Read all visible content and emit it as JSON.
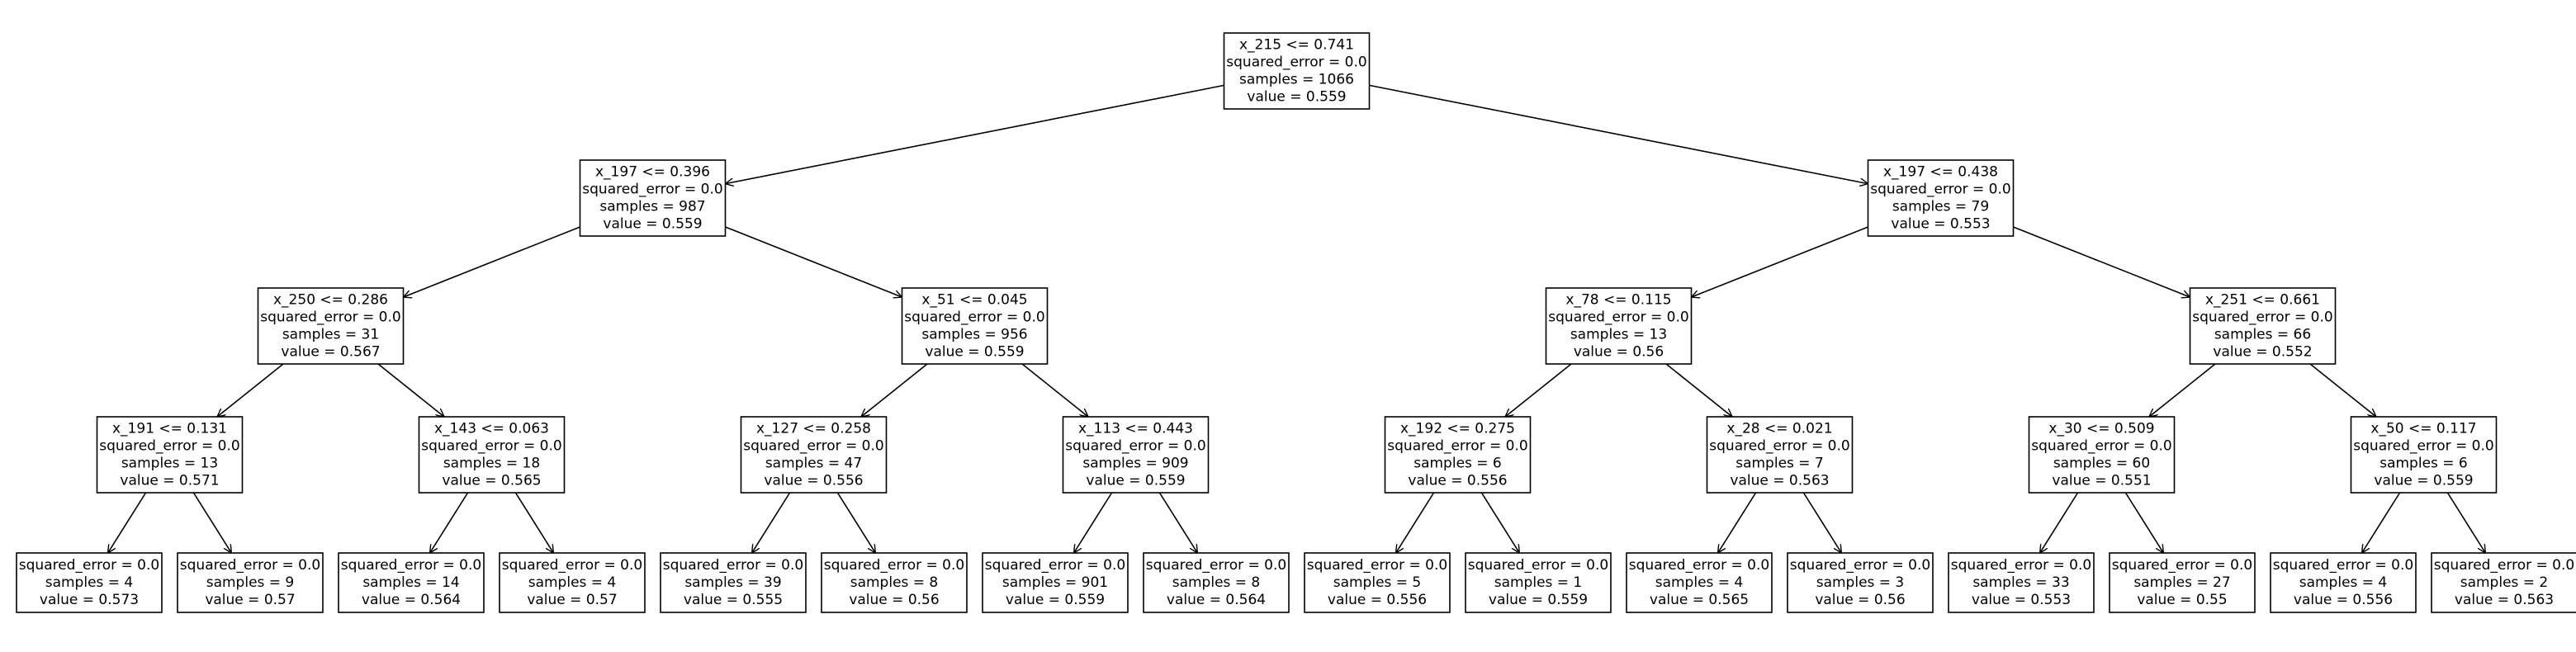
{
  "tree": {
    "nodes": [
      {
        "id": 0,
        "lines": [
          "x_215 <= 0.741",
          "squared_error = 0.0",
          "samples = 1066",
          "value = 0.559"
        ]
      },
      {
        "id": 1,
        "lines": [
          "x_197 <= 0.396",
          "squared_error = 0.0",
          "samples = 987",
          "value = 0.559"
        ]
      },
      {
        "id": 2,
        "lines": [
          "x_197 <= 0.438",
          "squared_error = 0.0",
          "samples = 79",
          "value = 0.553"
        ]
      },
      {
        "id": 3,
        "lines": [
          "x_250 <= 0.286",
          "squared_error = 0.0",
          "samples = 31",
          "value = 0.567"
        ]
      },
      {
        "id": 4,
        "lines": [
          "x_51 <= 0.045",
          "squared_error = 0.0",
          "samples = 956",
          "value = 0.559"
        ]
      },
      {
        "id": 5,
        "lines": [
          "x_78 <= 0.115",
          "squared_error = 0.0",
          "samples = 13",
          "value = 0.56"
        ]
      },
      {
        "id": 6,
        "lines": [
          "x_251 <= 0.661",
          "squared_error = 0.0",
          "samples = 66",
          "value = 0.552"
        ]
      },
      {
        "id": 7,
        "lines": [
          "x_191 <= 0.131",
          "squared_error = 0.0",
          "samples = 13",
          "value = 0.571"
        ]
      },
      {
        "id": 8,
        "lines": [
          "x_143 <= 0.063",
          "squared_error = 0.0",
          "samples = 18",
          "value = 0.565"
        ]
      },
      {
        "id": 9,
        "lines": [
          "x_127 <= 0.258",
          "squared_error = 0.0",
          "samples = 47",
          "value = 0.556"
        ]
      },
      {
        "id": 10,
        "lines": [
          "x_113 <= 0.443",
          "squared_error = 0.0",
          "samples = 909",
          "value = 0.559"
        ]
      },
      {
        "id": 11,
        "lines": [
          "x_192 <= 0.275",
          "squared_error = 0.0",
          "samples = 6",
          "value = 0.556"
        ]
      },
      {
        "id": 12,
        "lines": [
          "x_28 <= 0.021",
          "squared_error = 0.0",
          "samples = 7",
          "value = 0.563"
        ]
      },
      {
        "id": 13,
        "lines": [
          "x_30 <= 0.509",
          "squared_error = 0.0",
          "samples = 60",
          "value = 0.551"
        ]
      },
      {
        "id": 14,
        "lines": [
          "x_50 <= 0.117",
          "squared_error = 0.0",
          "samples = 6",
          "value = 0.559"
        ]
      },
      {
        "id": 15,
        "lines": [
          "squared_error = 0.0",
          "samples = 4",
          "value = 0.573"
        ]
      },
      {
        "id": 16,
        "lines": [
          "squared_error = 0.0",
          "samples = 9",
          "value = 0.57"
        ]
      },
      {
        "id": 17,
        "lines": [
          "squared_error = 0.0",
          "samples = 14",
          "value = 0.564"
        ]
      },
      {
        "id": 18,
        "lines": [
          "squared_error = 0.0",
          "samples = 4",
          "value = 0.57"
        ]
      },
      {
        "id": 19,
        "lines": [
          "squared_error = 0.0",
          "samples = 39",
          "value = 0.555"
        ]
      },
      {
        "id": 20,
        "lines": [
          "squared_error = 0.0",
          "samples = 8",
          "value = 0.56"
        ]
      },
      {
        "id": 21,
        "lines": [
          "squared_error = 0.0",
          "samples = 901",
          "value = 0.559"
        ]
      },
      {
        "id": 22,
        "lines": [
          "squared_error = 0.0",
          "samples = 8",
          "value = 0.564"
        ]
      },
      {
        "id": 23,
        "lines": [
          "squared_error = 0.0",
          "samples = 5",
          "value = 0.556"
        ]
      },
      {
        "id": 24,
        "lines": [
          "squared_error = 0.0",
          "samples = 1",
          "value = 0.559"
        ]
      },
      {
        "id": 25,
        "lines": [
          "squared_error = 0.0",
          "samples = 4",
          "value = 0.565"
        ]
      },
      {
        "id": 26,
        "lines": [
          "squared_error = 0.0",
          "samples = 3",
          "value = 0.56"
        ]
      },
      {
        "id": 27,
        "lines": [
          "squared_error = 0.0",
          "samples = 33",
          "value = 0.553"
        ]
      },
      {
        "id": 28,
        "lines": [
          "squared_error = 0.0",
          "samples = 27",
          "value = 0.55"
        ]
      },
      {
        "id": 29,
        "lines": [
          "squared_error = 0.0",
          "samples = 4",
          "value = 0.556"
        ]
      },
      {
        "id": 30,
        "lines": [
          "squared_error = 0.0",
          "samples = 2",
          "value = 0.563"
        ]
      }
    ],
    "edges": [
      [
        0,
        1
      ],
      [
        0,
        2
      ],
      [
        1,
        3
      ],
      [
        1,
        4
      ],
      [
        2,
        5
      ],
      [
        2,
        6
      ],
      [
        3,
        7
      ],
      [
        3,
        8
      ],
      [
        4,
        9
      ],
      [
        4,
        10
      ],
      [
        5,
        11
      ],
      [
        5,
        12
      ],
      [
        6,
        13
      ],
      [
        6,
        14
      ],
      [
        7,
        15
      ],
      [
        7,
        16
      ],
      [
        8,
        17
      ],
      [
        8,
        18
      ],
      [
        9,
        19
      ],
      [
        9,
        20
      ],
      [
        10,
        21
      ],
      [
        10,
        22
      ],
      [
        11,
        23
      ],
      [
        11,
        24
      ],
      [
        12,
        25
      ],
      [
        12,
        26
      ],
      [
        13,
        27
      ],
      [
        13,
        28
      ],
      [
        14,
        29
      ],
      [
        14,
        30
      ]
    ]
  }
}
